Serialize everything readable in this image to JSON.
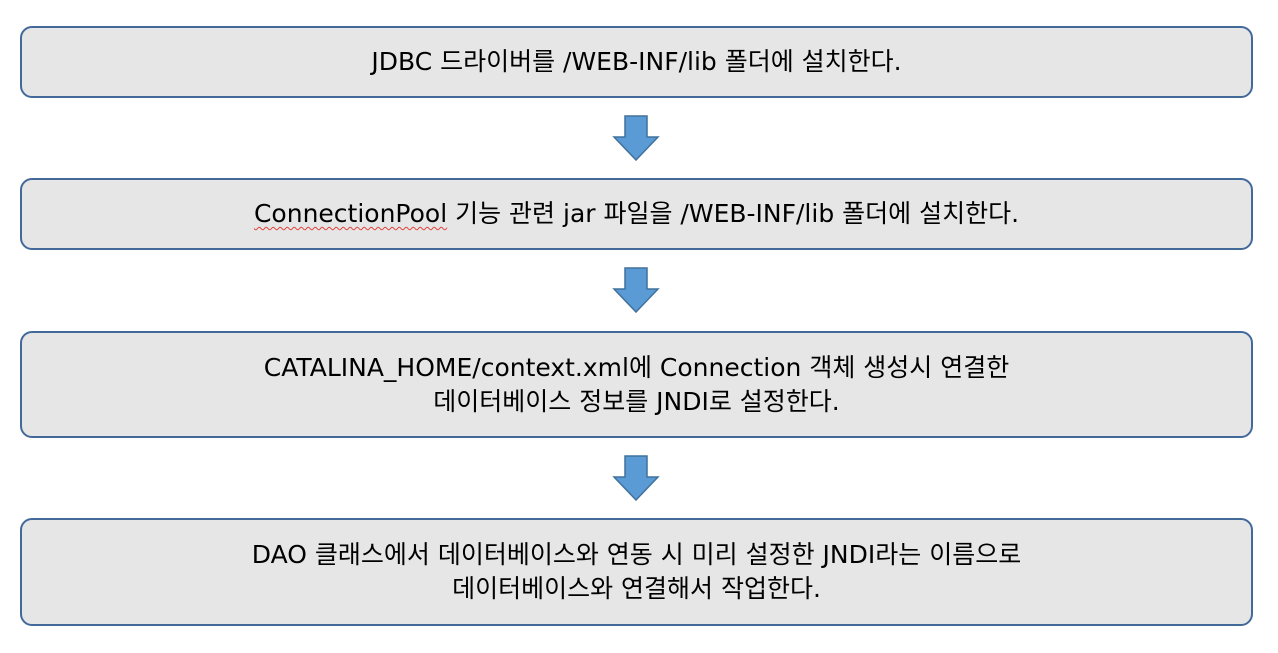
{
  "steps": [
    {
      "lines": [
        "JDBC 드라이버를 /WEB-INF/lib 폴더에 설치한다."
      ]
    },
    {
      "lines": [
        "ConnectionPool 기능 관련 jar 파일을 /WEB-INF/lib 폴더에 설치한다."
      ],
      "misspelled_word": "ConnectionPool",
      "rest": " 기능 관련 jar 파일을 /WEB-INF/lib 폴더에 설치한다."
    },
    {
      "lines": [
        "CATALINA_HOME/context.xml에 Connection 객체 생성시 연결한",
        "데이터베이스 정보를 JNDI로 설정한다."
      ]
    },
    {
      "lines": [
        "DAO 클래스에서 데이터베이스와 연동 시 미리 설정한 JNDI라는 이름으로",
        "데이터베이스와 연결해서 작업한다."
      ]
    }
  ],
  "colors": {
    "box_fill": "#e6e6e6",
    "box_border": "#42699a",
    "arrow_fill": "#5b9bd5",
    "arrow_border": "#41719c",
    "spellcheck_underline": "#e0413a"
  },
  "icons": [
    "down-arrow-icon",
    "down-arrow-icon",
    "down-arrow-icon"
  ]
}
